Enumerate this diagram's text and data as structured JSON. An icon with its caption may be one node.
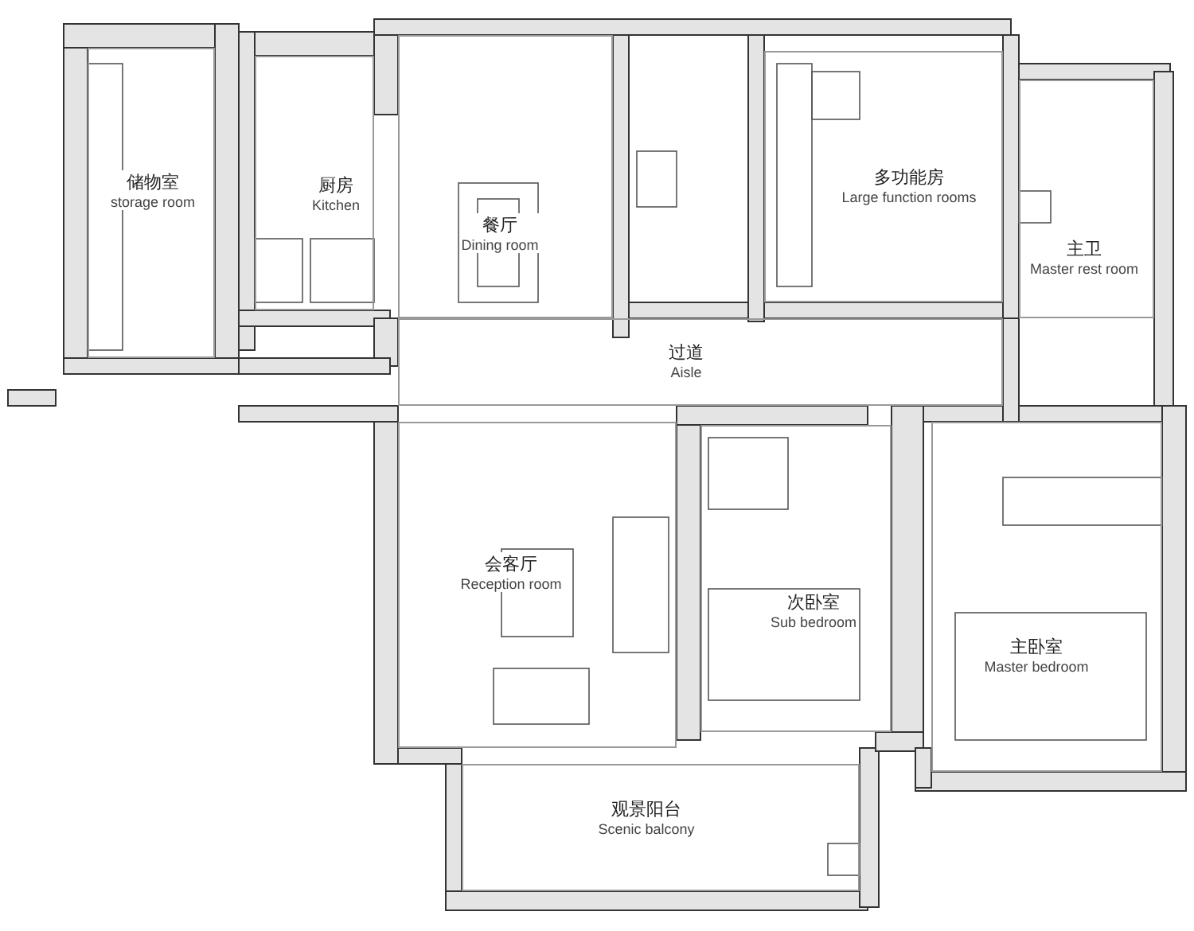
{
  "diagram": {
    "nodes": [
      {
        "text": [
          "储物室",
          "storage room"
        ]
      },
      {
        "text": [
          "厨房",
          "Kitchen"
        ]
      },
      {
        "text": [
          "餐厅",
          "Dining room"
        ]
      },
      {
        "text": [
          "多功能房",
          "Large function rooms"
        ]
      },
      {
        "text": [
          "主卫",
          "Master rest room"
        ]
      },
      {
        "text": [
          "过道",
          "Aisle"
        ]
      },
      {
        "text": [
          "会客厅",
          "Reception room"
        ]
      },
      {
        "text": [
          "次卧室",
          "Sub bedroom"
        ]
      },
      {
        "text": [
          "主卧室",
          "Master bedroom"
        ]
      },
      {
        "text": [
          "观景阳台",
          "Scenic balcony"
        ]
      }
    ]
  }
}
